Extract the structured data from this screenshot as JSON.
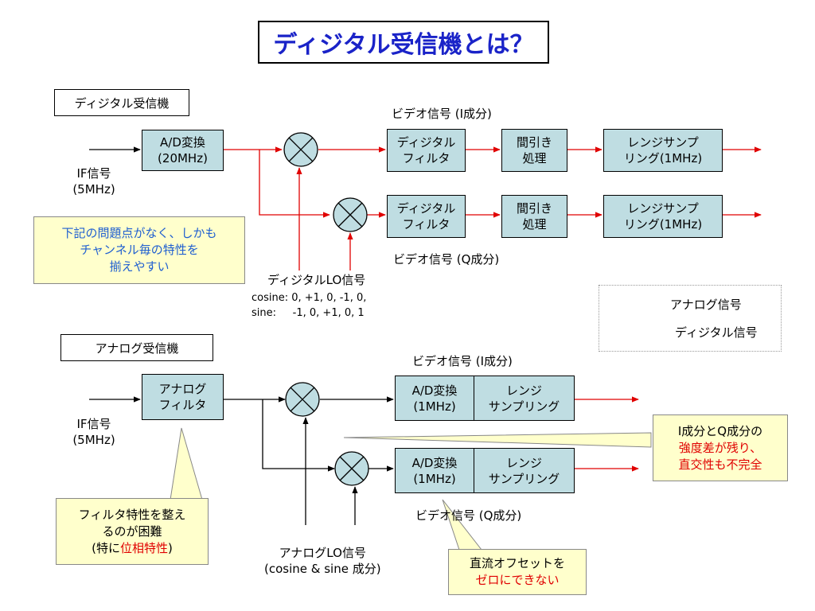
{
  "title": "ディジタル受信機とは？",
  "digital": {
    "label": "ディジタル受信機",
    "if_signal": "IF信号\n(5MHz)",
    "ad_block": "A/D変換\n(20MHz)",
    "video_i": "ビデオ信号 (I成分)",
    "video_q": "ビデオ信号 (Q成分)",
    "filter": "ディジタル\nフィルタ",
    "decim": "間引き\n処理",
    "range": "レンジサンプ\nリング(1MHz)",
    "lo_label": "ディジタルLO信号",
    "cosine": "cosine: 0, +1, 0, -1, 0,",
    "sine": "sine:     -1, 0, +1, 0, 1",
    "note": "下記の問題点がなく、しかも\nチャンネル毎の特性を\n揃えやすい"
  },
  "analog": {
    "label": "アナログ受信機",
    "if_signal": "IF信号\n(5MHz)",
    "filter": "アナログ\nフィルタ",
    "video_i": "ビデオ信号 (I成分)",
    "video_q": "ビデオ信号 (Q成分)",
    "ad": "A/D変換\n(1MHz)",
    "range": "レンジ\nサンプリング",
    "lo_label": "アナログLO信号\n(cosine & sine 成分)",
    "note_filter_1": "フィルタ特性を整え\nるのが困難\n(特に",
    "note_filter_red": "位相特性",
    "note_filter_2": ")",
    "note_iq_1": "I成分とQ成分の",
    "note_iq_2": "強度差が残り、\n直交性も不完全",
    "note_dc_1": "直流オフセットを",
    "note_dc_2": "ゼロにできない"
  },
  "legend": {
    "analog": "アナログ信号",
    "digital": "ディジタル信号"
  },
  "colors": {
    "title": "#1a23c8",
    "block": "#bfdde2",
    "digital_line": "#e00000",
    "analog_line": "#000000",
    "note_yellow": "#ffffcc",
    "note_blue_text": "#1f5fd0",
    "emphasis_red": "#e00000"
  }
}
